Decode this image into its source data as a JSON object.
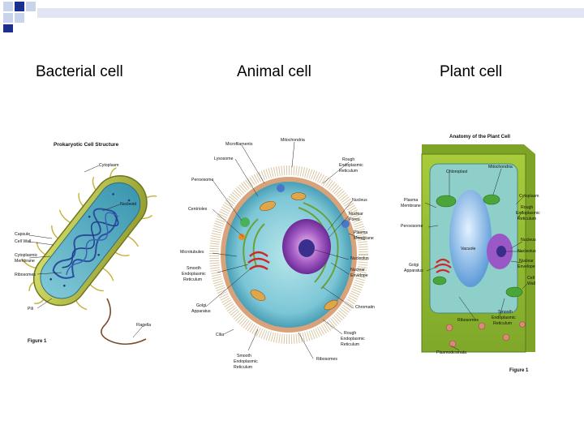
{
  "headings": {
    "bacterial": "Bacterial cell",
    "animal": "Animal cell",
    "plant": "Plant cell"
  },
  "bacterial": {
    "title": "Prokaryotic Cell Structure",
    "figure": "Figure 1",
    "labels": {
      "cytoplasm": "Cytoplasm",
      "nucleoid": "Nucleoid",
      "capsule": "Capsule",
      "cell_wall": "Cell Wall",
      "cyto_membrane_1": "Cytoplasmic",
      "cyto_membrane_2": "Membrane",
      "ribosomes": "Ribosomes",
      "pili": "Pili",
      "flagella": "Flagella"
    }
  },
  "animal": {
    "labels": {
      "microfilaments": "Microfilaments",
      "mitochondria": "Mitochondria",
      "lysosome": "Lysosome",
      "rough_er_1": "Rough",
      "rough_er_2": "Endoplasmic",
      "rough_er_3": "Reticulum",
      "peroxisome": "Peroxisome",
      "nucleus": "Nucleus",
      "centrioles": "Centrioles",
      "nuclear_pores_1": "Nuclear",
      "nuclear_pores_2": "Pores",
      "plasma_membrane_1": "Plasma",
      "plasma_membrane_2": "Membrane",
      "microtubules": "Microtubules",
      "nucleolus": "Nucleolus",
      "smooth_er_1": "Smooth",
      "smooth_er_2": "Endoplasmic",
      "smooth_er_3": "Reticulum",
      "nuclear_envelope_1": "Nuclear",
      "nuclear_envelope_2": "Envelope",
      "golgi_1": "Golgi",
      "golgi_2": "Apparatus",
      "chromatin": "Chromatin",
      "cilia": "Cilia",
      "rough_er_b1": "Rough",
      "rough_er_b2": "Endoplasmic",
      "rough_er_b3": "Reticulum",
      "smooth_er_b1": "Smooth",
      "smooth_er_b2": "Endoplasmic",
      "smooth_er_b3": "Reticulum",
      "ribosomes": "Ribosomes"
    }
  },
  "plant": {
    "title": "Anatomy of the Plant Cell",
    "figure": "Figure 1",
    "labels": {
      "chloroplast": "Chloroplast",
      "mitochondria": "Mitochondria",
      "plasma_membrane_1": "Plasma",
      "plasma_membrane_2": "Membrane",
      "cytoplasm": "Cytoplasm",
      "rough_er_1": "Rough",
      "rough_er_2": "Endoplasmic",
      "rough_er_3": "Reticulum",
      "peroxisome": "Peroxisome",
      "nucleus": "Nucleus",
      "vacuole": "Vacuole",
      "nucleolus": "Nucleolus",
      "nuclear_envelope_1": "Nuclear",
      "nuclear_envelope_2": "Envelope",
      "golgi_1": "Golgi",
      "golgi_2": "Apparatus",
      "cell_wall_1": "Cell",
      "cell_wall_2": "Wall",
      "ribosomes": "Ribosomes",
      "smooth_er_1": "Smooth",
      "smooth_er_2": "Endoplasmic",
      "smooth_er_3": "Reticulum",
      "plasmodesmata": "Plasmodesmata"
    }
  },
  "colors": {
    "corner_blue": "#1c2f8c",
    "corner_light": "#c9d3ec"
  }
}
